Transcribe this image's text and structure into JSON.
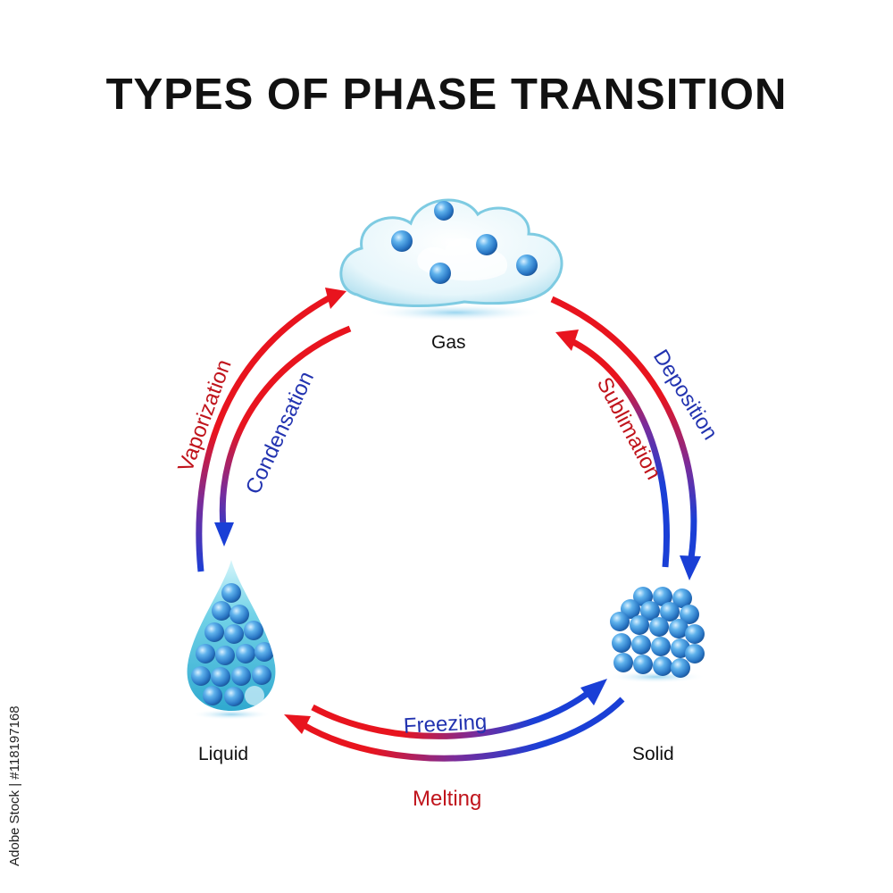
{
  "title": "TYPES OF PHASE TRANSITION",
  "states": {
    "gas": "Gas",
    "liquid": "Liquid",
    "solid": "Solid"
  },
  "transitions": {
    "vaporization": "Vaporization",
    "condensation": "Condensation",
    "deposition": "Deposition",
    "sublimation": "Sublimation",
    "freezing": "Freezing",
    "melting": "Melting"
  },
  "watermark": "Adobe Stock | #118197168",
  "colors": {
    "red": "#e8141e",
    "blue": "#1a3fd6",
    "red_text": "#c0141c",
    "blue_text": "#2233b0",
    "sphere": "#3a8fd6"
  }
}
